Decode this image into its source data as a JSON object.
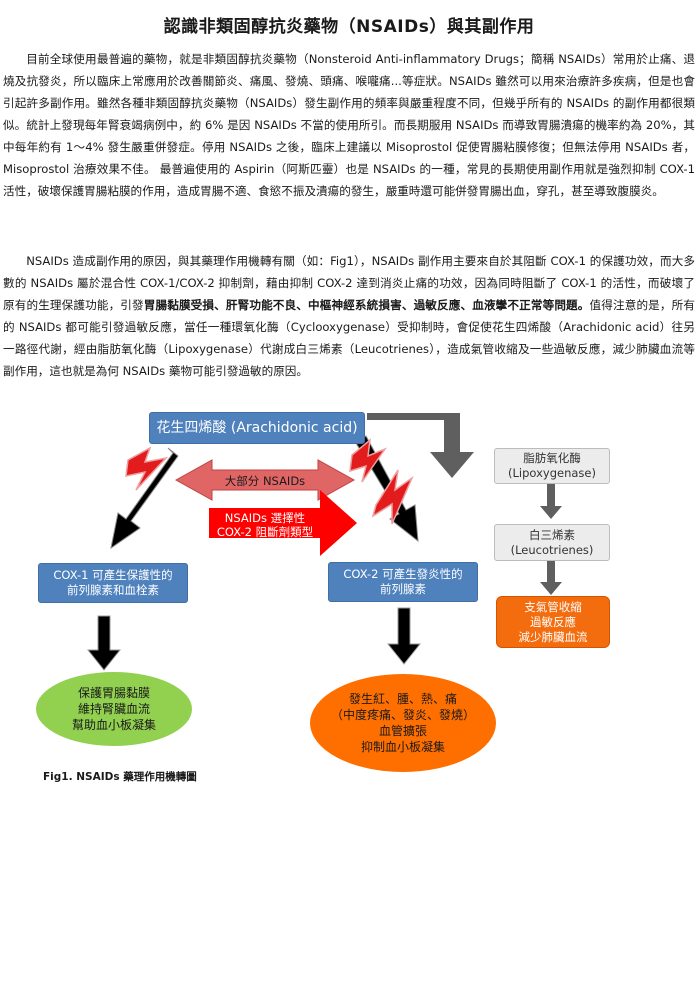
{
  "title": "認識非類固醇抗炎藥物（NSAIDs）與其副作用",
  "para1": "目前全球使用最普遍的藥物，就是非類固醇抗炎藥物（Nonsteroid Anti-inflammatory Drugs；簡稱 NSAIDs）常用於止痛、退燒及抗發炎，所以臨床上常應用於改善關節炎、痛風、發燒、頭痛、喉嚨痛...等症狀。NSAIDs 雖然可以用來治療許多疾病，但是也會引起許多副作用。雖然各種非類固醇抗炎藥物（NSAIDs）發生副作用的頻率與嚴重程度不同，但幾乎所有的 NSAIDs 的副作用都很類似。統計上發現每年腎衰竭病例中，約 6% 是因 NSAIDs 不當的使用所引。而長期服用 NSAIDs 而導致胃腸潰瘍的機率約為 20%，其中每年約有 1～4% 發生嚴重併發症。停用 NSAIDs 之後，臨床上建議以 Misoprostol 促使胃腸粘膜修復；但無法停用 NSAIDs 者，Misoprostol 治療效果不佳。 最普遍使用的 Aspirin（阿斯匹靈）也是 NSAIDs 的一種，常見的長期使用副作用就是強烈抑制 COX-1 活性，破壞保護胃腸粘膜的作用，造成胃腸不適、食慾不振及潰瘍的發生，嚴重時還可能併發胃腸出血，穿孔，甚至導致腹膜炎。",
  "para2_a": "NSAIDs 造成副作用的原因，與其藥理作用機轉有關（如：Fig1），NSAIDs 副作用主要來自於其阻斷 COX-1 的保護功效，而大多數的 NSAIDs 屬於混合性 COX-1/COX-2 抑制劑，藉由抑制 COX-2 達到消炎止痛的功效，因為同時阻斷了 COX-1 的活性，而破壞了原有的生理保護功能，引發",
  "para2_b": "胃腸黏膜受損、肝腎功能不良、中樞神經系統損害、過敏反應、血液攣不正常等問題。",
  "para2_c": "值得注意的是，所有的 NSAIDs 都可能引發過敏反應，當任一種環氧化酶（Cyclooxygenase）受抑制時，會促使花生四烯酸（Arachidonic acid）往另一路徑代謝，經由脂肪氧化酶（Lipoxygenase）代謝成白三烯素（Leucotrienes），造成氣管收縮及一些過敏反應，減少肺臟血流等副作用，這也就是為何 NSAIDs 藥物可能引發過敏的原因。",
  "diagram": {
    "arachidonic": "花生四烯酸 (Arachidonic acid)",
    "majority_label": "大部分 NSAIDs",
    "selective_line1": "NSAIDs 選擇性",
    "selective_line2": "COX-2 阻斷劑類型",
    "cox1": "COX-1 可產生保護性的\n前列腺素和血栓素",
    "cox2": "COX-2 可產生發炎性的\n前列腺素",
    "lipoxygenase": "脂肪氧化酶\n(Lipoxygenase)",
    "leucotrienes": "白三烯素\n(Leucotrienes)",
    "allergy": "支氣管收縮\n過敏反應\n減少肺臟血流",
    "protect": "保護胃腸黏膜\n維持腎臟血流\n幫助血小板凝集",
    "inflame": "發生紅、腫、熱、痛\n（中度疼痛、發炎、發燒）\n血管擴張\n抑制血小板凝集",
    "caption": "Fig1. NSAIDs 藥理作用機轉圖",
    "colors": {
      "blue": "#4f81bd",
      "red": "#e21c1c",
      "green": "#92d050",
      "orange": "#ff6f00",
      "gray_arrow": "#5f5f5f",
      "light_red": "#eea0a0"
    }
  }
}
